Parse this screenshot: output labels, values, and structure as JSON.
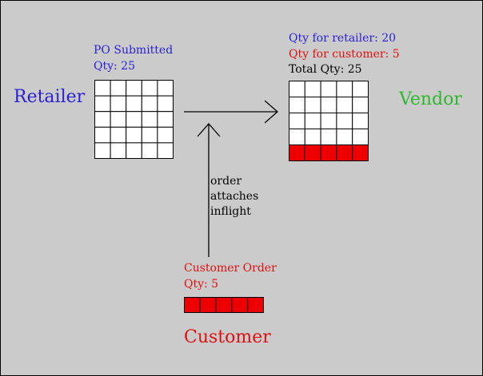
{
  "colors": {
    "background": "#cbcbcb",
    "retailer": "#2a1fd6",
    "vendor": "#2fb82f",
    "customer": "#e01010",
    "black": "#000000",
    "reserved_cell": "#ee0000"
  },
  "labels": {
    "retailer": "Retailer",
    "vendor": "Vendor",
    "customer": "Customer"
  },
  "po": {
    "title": "PO Submitted",
    "qty": "Qty: 25"
  },
  "vendor_info": {
    "qty_retailer": "Qty for retailer: 20",
    "qty_customer": "Qty for customer: 5",
    "total": "Total Qty: 25"
  },
  "customer_order": {
    "title": "Customer Order",
    "qty": "Qty: 5"
  },
  "note": {
    "line1": "order",
    "line2": "attaches",
    "line3": "inflight"
  },
  "grids": {
    "po_grid": {
      "rows": 5,
      "cols": 5,
      "red_rows": 0
    },
    "vendor_grid": {
      "rows": 5,
      "cols": 5,
      "red_rows": 1
    },
    "customer_grid": {
      "rows": 1,
      "cols": 5,
      "red_rows": 1
    }
  }
}
